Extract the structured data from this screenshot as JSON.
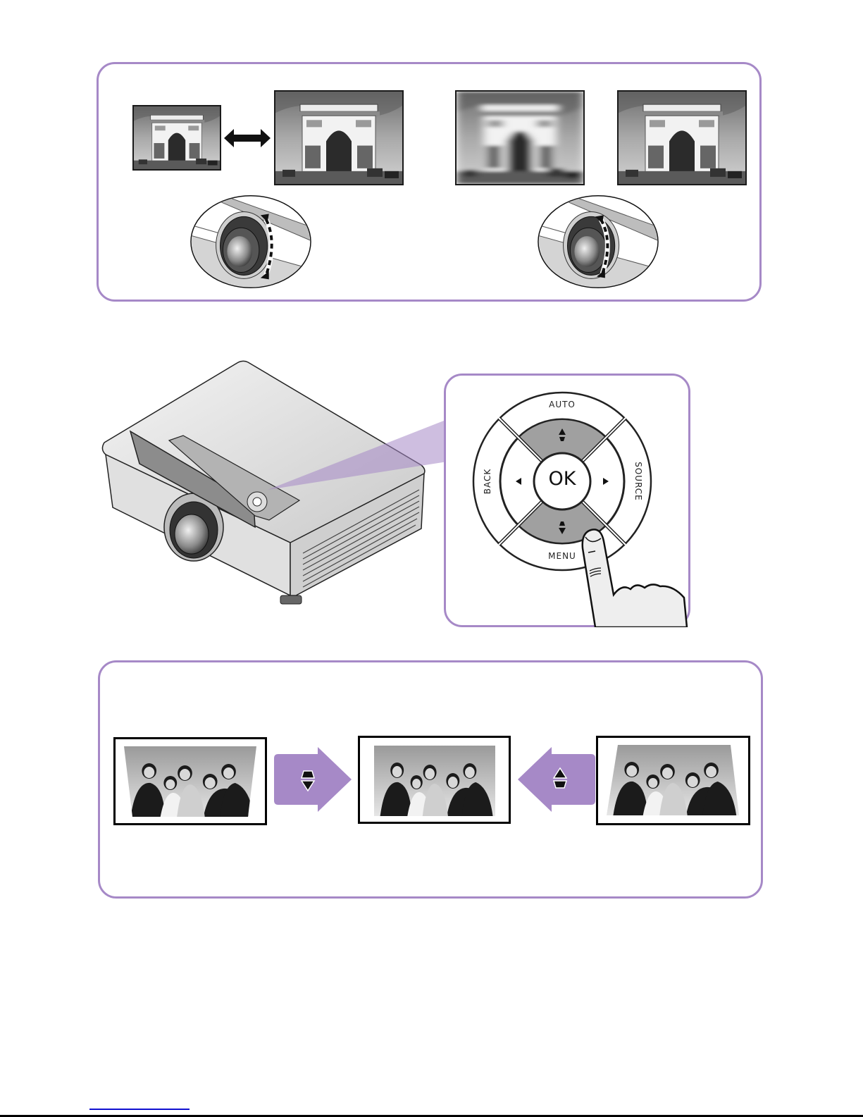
{
  "page": {
    "theme_color": "#a689c7",
    "link_color": "#1010d0"
  },
  "zoom_panel": {
    "images": [
      {
        "name": "small-image",
        "description": "Arc de Triomphe, smaller projected image"
      },
      {
        "name": "large-image",
        "description": "Arc de Triomphe, larger projected image"
      }
    ],
    "arrow_icon": "double-arrow-horizontal",
    "ring_icon": "zoom-ring-rotate"
  },
  "focus_panel": {
    "images": [
      {
        "name": "blurred-image",
        "description": "Arc de Triomphe, out of focus"
      },
      {
        "name": "sharp-image",
        "description": "Arc de Triomphe, in focus"
      }
    ],
    "ring_icon": "focus-ring-rotate"
  },
  "control_panel": {
    "keypad": {
      "top_label": "AUTO",
      "left_label": "BACK",
      "right_label": "SOURCE",
      "bottom_label": "MENU",
      "center_label": "OK",
      "up_icon": "keystone-up",
      "down_icon": "keystone-down",
      "left_icon": "arrow-left",
      "right_icon": "arrow-right"
    }
  },
  "keystone_panel": {
    "images": [
      {
        "name": "keystone-top-wide",
        "description": "Group photo, trapezoid wider at top"
      },
      {
        "name": "keystone-corrected",
        "description": "Group photo, corrected rectangle"
      },
      {
        "name": "keystone-bottom-wide",
        "description": "Group photo, trapezoid wider at bottom"
      }
    ],
    "left_arrow_icon": "keystone-down-button",
    "right_arrow_icon": "keystone-up-button"
  }
}
